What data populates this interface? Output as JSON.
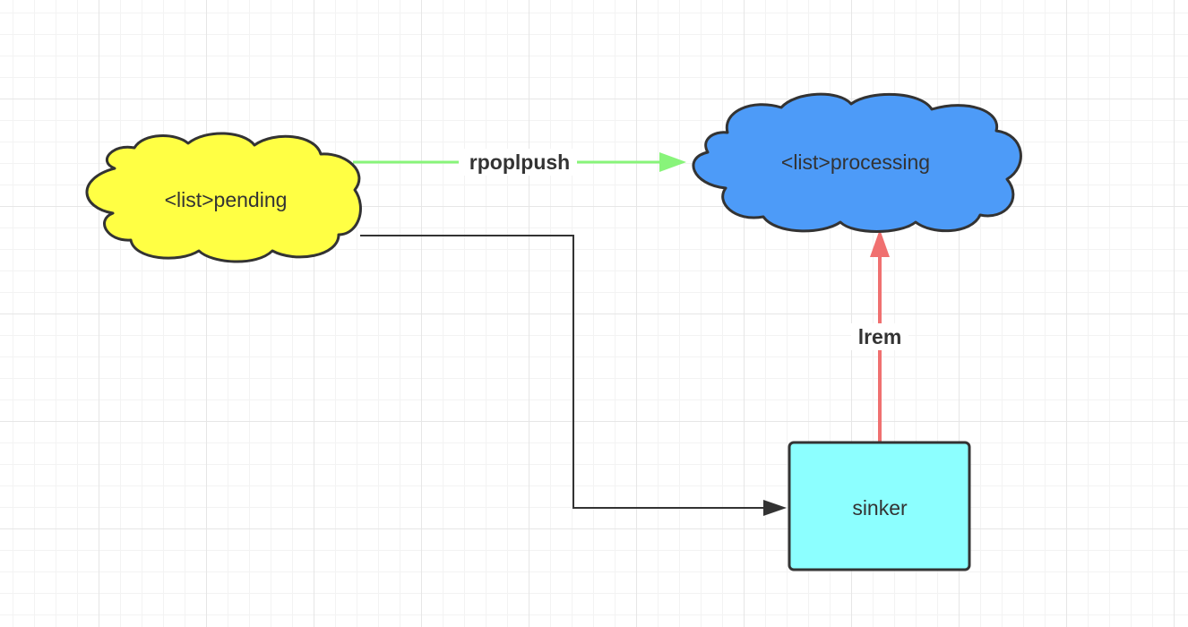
{
  "diagram": {
    "nodes": {
      "pending": {
        "label": "<list>pending",
        "shape": "cloud",
        "fill": "#ffff44"
      },
      "processing": {
        "label": "<list>processing",
        "shape": "cloud",
        "fill": "#4d9bf8"
      },
      "sinker": {
        "label": "sinker",
        "shape": "rectangle",
        "fill": "#8cffff"
      }
    },
    "edges": {
      "pending_to_processing": {
        "label": "rpoplpush",
        "color": "#88f47a"
      },
      "pending_to_sinker": {
        "label": "",
        "color": "#333333"
      },
      "sinker_to_processing": {
        "label": "lrem",
        "color": "#f07070"
      }
    }
  }
}
